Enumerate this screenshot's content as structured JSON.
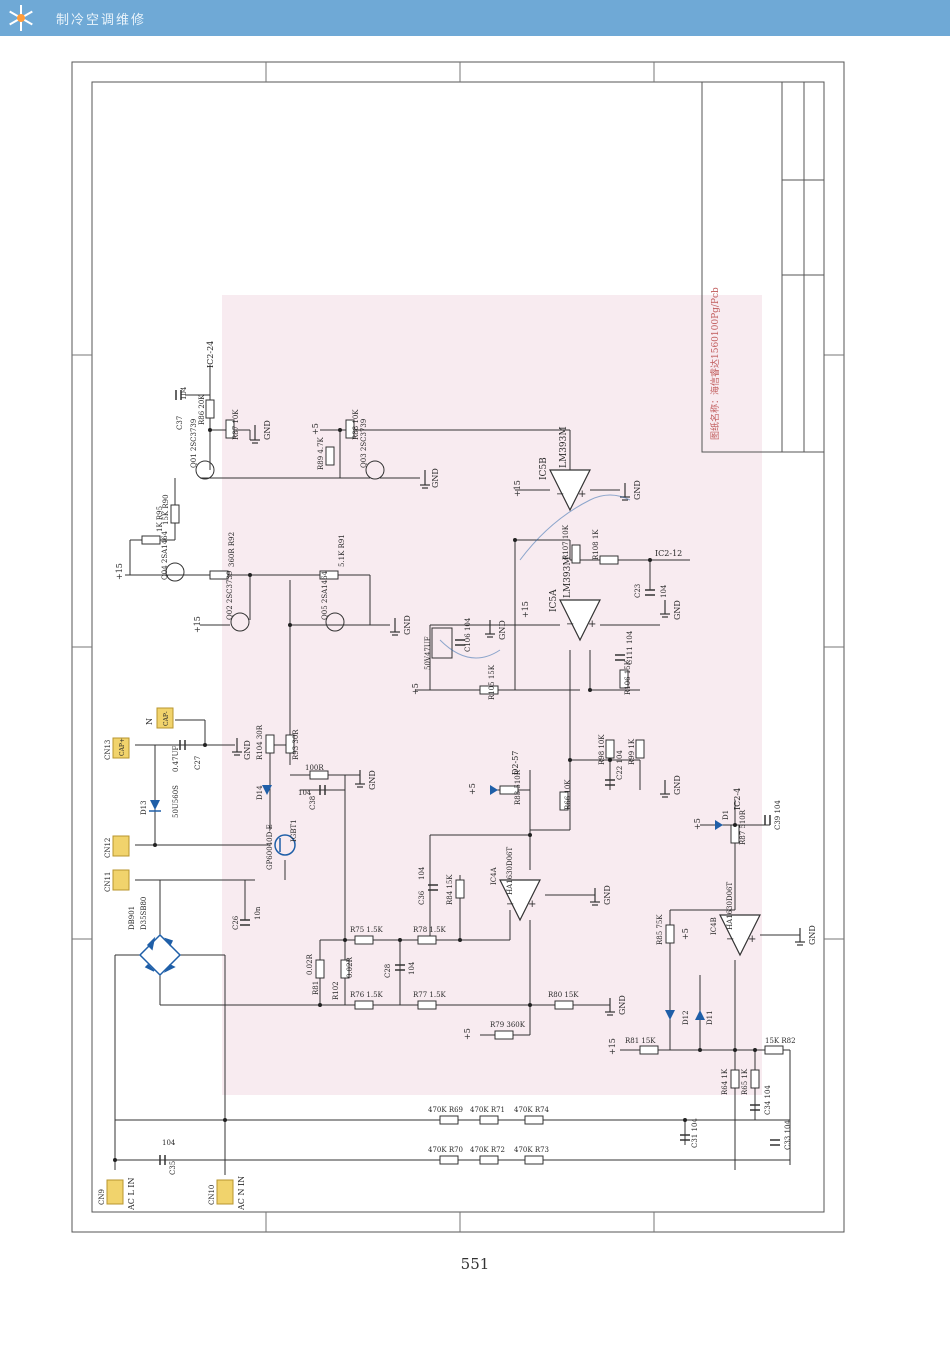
{
  "header": {
    "title": "制冷空调维修"
  },
  "page_number": "551",
  "title_block": {
    "caption": "图纸名称：海信睿达1560100Pg/Pcb"
  },
  "labels": {
    "ic2_24": "IC2-24",
    "ic2_12": "IC2-12",
    "ic2_4": "IC2-4",
    "d2_57": "D2-57",
    "p15": "+15",
    "p5": "+5",
    "gnd": "GND",
    "n": "N",
    "cap_minus": "CAP-",
    "cap_plus": "CAP+",
    "acl_in": "AC L IN",
    "acn_in": "AC N IN"
  },
  "components": {
    "c37": "C37",
    "c37v": "104",
    "r86": "R86 20K",
    "r87": "R87 10K",
    "r88": "R88 10K",
    "r89": "R89 4.7K",
    "q01": "Q01 2SC3739",
    "q03": "Q03 2SC3739",
    "r85": "1K R95",
    "r90": "15K R90",
    "q04": "Q04 2SA1464",
    "r92": "360R R92",
    "r91": "5.1K R91",
    "q02": "Q02 2SC3739",
    "q05": "Q05 2SA1464",
    "ic5b": "IC5B",
    "ic5b_part": "LM393M",
    "ic5a": "IC5A",
    "ic5a_part": "LM393M",
    "r107": "R107 10K",
    "r108": "R108 1K",
    "c23": "C23",
    "c23v": "104",
    "c106": "C106 104",
    "c31": "C111 104",
    "c30": "50V47UF",
    "r105": "R105 15K",
    "r106": "R106 15K",
    "cn13": "CN13",
    "cn12": "CN12",
    "cn11": "CN11",
    "cn9": "CN9",
    "cn10": "CN10",
    "c27": "C27",
    "c27v": "0.47UF",
    "d13": "D13",
    "d13_part": "50U560S",
    "r104": "R104 30R",
    "r93": "R93 30R",
    "d14": "D14",
    "r100": "100R",
    "c38": "C38",
    "c38v": "104",
    "igbt": "IGBT1",
    "igbt_part": "GP60040D-E",
    "db901": "DB901",
    "db_part": "D35SB80",
    "c26": "C26",
    "c26v": "10n",
    "r81": "R81",
    "r81v": "0.02R",
    "r102": "R102",
    "r102v": "0.02R",
    "c28": "C28",
    "c28v": "104",
    "r75": "R75 1.5K",
    "r78": "R78 1.5K",
    "r76": "R76 1.5K",
    "r77": "R77 1.5K",
    "r80": "R80 15K",
    "r79": "R79 360K",
    "c36": "C36",
    "c36v": "104",
    "r84": "R84 15K",
    "ic4a": "IC4A",
    "ic4a_part": "HA1630D06T",
    "ic4b": "IC4B",
    "ic4b_part": "HA1630D06T",
    "r83": "R83 510R",
    "r66": "R66 10K",
    "r98": "R98 10K",
    "r99": "R99 1K",
    "c22": "C22 104",
    "d11": "D1",
    "r87b": "R87 510R",
    "c39": "C39 104",
    "r85b": "R85 75K",
    "d12": "D12",
    "d12b": "D11",
    "r81b": "R81 15K",
    "r82": "15K R82",
    "r64": "R64 1K",
    "r65": "R65 1K",
    "c34": "C34 104",
    "c33": "C33 104",
    "c31b": "C31 104",
    "c35": "C35",
    "c35v": "104",
    "r69": "470K R69",
    "r71": "470K R71",
    "r74": "470K R74",
    "r70": "470K R70",
    "r72": "470K R72",
    "r73": "470K R73"
  }
}
